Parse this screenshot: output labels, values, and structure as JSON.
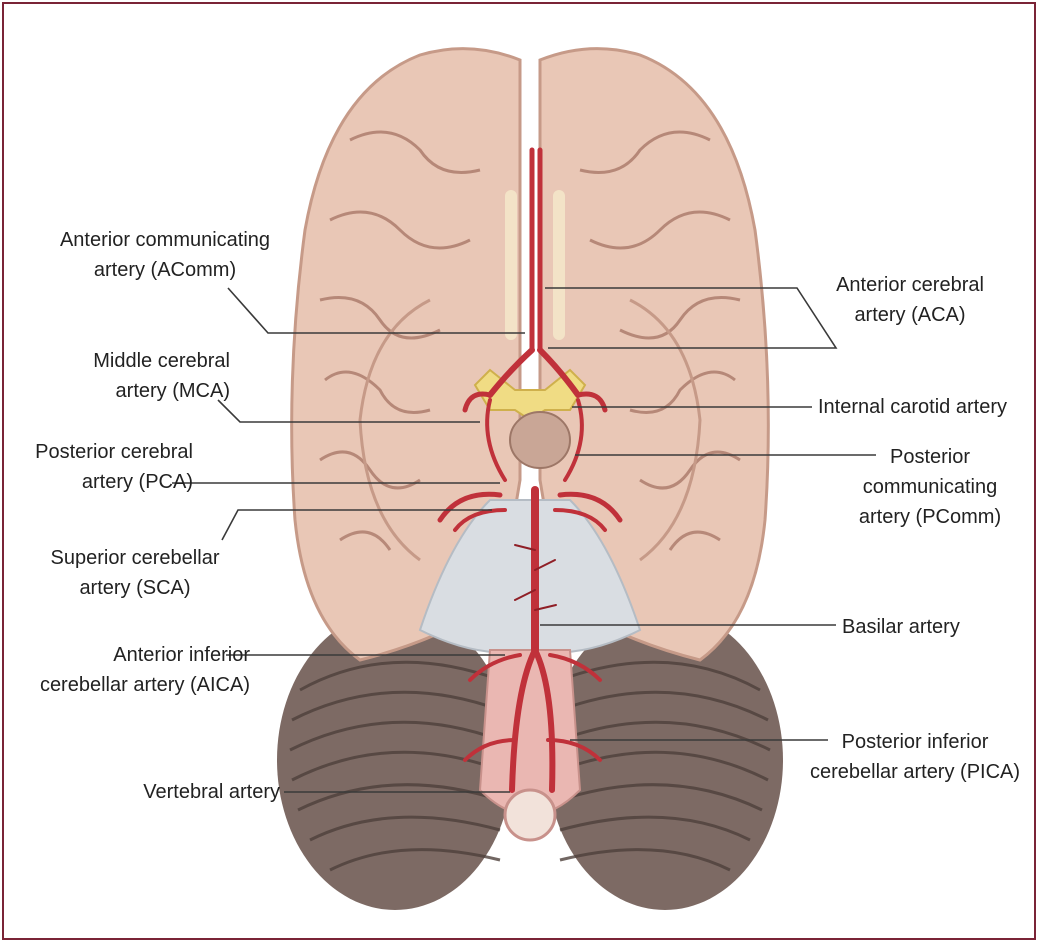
{
  "colors": {
    "frame": "#7a2436",
    "cerebrum": "#e9c7b6",
    "cerebrum_shadow": "#c69a88",
    "sulcus": "#a67464",
    "cerebellum": "#7d6a64",
    "cerebellum_line": "#4e403b",
    "pons": "#d9dde2",
    "artery": "#c0313a",
    "artery_dark": "#8f1e26",
    "optic_chiasm": "#f0dc84",
    "medulla": "#eab7b2",
    "leader": "#3a3a3a",
    "label_text": "#222222"
  },
  "labels": {
    "acomm": {
      "line1": "Anterior communicating",
      "line2": "artery (AComm)"
    },
    "mca": {
      "line1a": "Middle",
      "line1b": "cerebral",
      "line2": "artery (MCA)"
    },
    "pca": {
      "line1": "Posterior cerebral",
      "line2": "artery (PCA)"
    },
    "sca": {
      "line1": "Superior cerebellar",
      "line2": "artery (SCA)"
    },
    "aica": {
      "line1": "Anterior inferior",
      "line2": "cerebellar artery (AICA)"
    },
    "vertebral": {
      "line1": "Vertebral artery"
    },
    "aca": {
      "line1": "Anterior cerebral",
      "line2": "artery (ACA)"
    },
    "ica": {
      "line1": "Internal carotid artery"
    },
    "pcomm": {
      "line1": "Posterior",
      "line2": "communicating",
      "line3": "artery (PComm)"
    },
    "basilar": {
      "line1": "Basilar artery"
    },
    "pica": {
      "line1": "Posterior inferior",
      "line2": "cerebellar artery (PICA)"
    }
  }
}
